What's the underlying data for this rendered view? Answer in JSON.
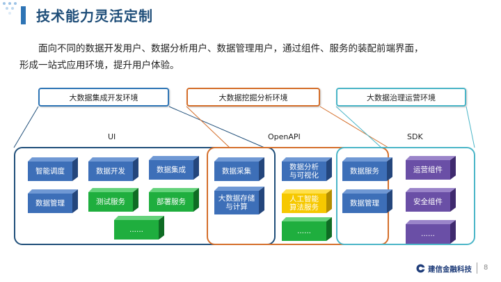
{
  "title": "技术能力灵活定制",
  "description": [
    "面向不同的数据开发用户、数据分析用户、数据管理用户，通过组件、服务的装配前端界面，",
    "形成一站式应用环境，提升用户体验。"
  ],
  "environments": [
    {
      "label": "大数据集成开发环境",
      "color": "#2e75b6"
    },
    {
      "label": "大数据挖掘分析环境",
      "color": "#d46e2a"
    },
    {
      "label": "大数据治理运营环境",
      "color": "#4ab5c7"
    }
  ],
  "interfaces": {
    "ui": "UI",
    "openapi": "OpenAPI",
    "sdk": "SDK"
  },
  "regions": {
    "ui": "#1f4e79",
    "openapi": "#d46e2a",
    "sdk": "#4ab5c7"
  },
  "blocks": {
    "smart_schedule": "智能调度",
    "data_dev": "数据开发",
    "data_integration": "数据集成",
    "data_collect": "数据采集",
    "data_analysis": "数据分析\n与可视化",
    "data_service": "数据服务",
    "ops_component": "运营组件",
    "data_mgmt_1": "数据管理",
    "test_service": "测试服务",
    "deploy_service": "部署服务",
    "bigdata_storage": "大数据存储\n与计算",
    "ai_algorithm": "人工智能\n算法服务",
    "data_mgmt_2": "数据管理",
    "security_component": "安全组件",
    "more_green_1": "......",
    "more_green_2": "......",
    "more_purple": "......"
  },
  "footer": {
    "company": "建信金融科技",
    "page": "8"
  }
}
